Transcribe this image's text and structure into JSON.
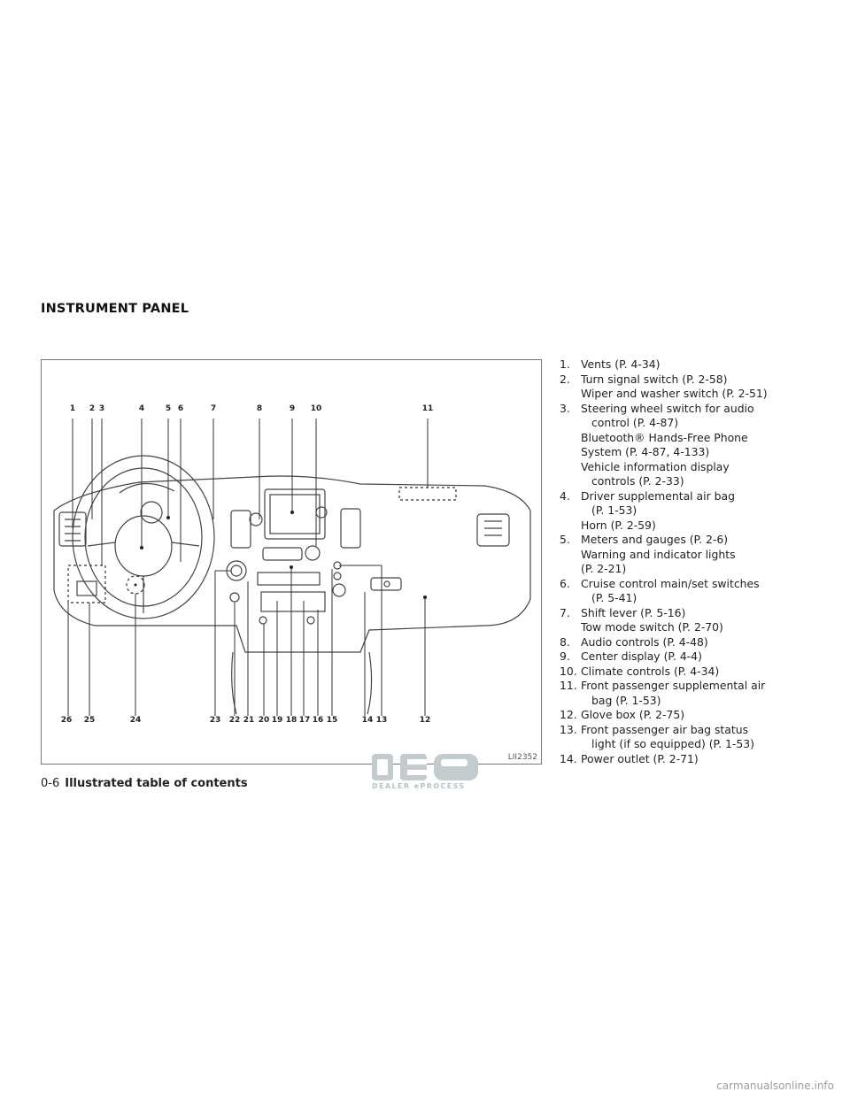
{
  "page": {
    "section_title": "INSTRUMENT PANEL",
    "figure_code": "LII2352",
    "footer_page": "0-6",
    "footer_title": "Illustrated table of contents",
    "logo_text": "DEALER ePROCESS",
    "watermark": "carmanualsonline.info"
  },
  "figure": {
    "top_callouts": [
      "1",
      "2",
      "3",
      "4",
      "5",
      "6",
      "7",
      "8",
      "9",
      "10",
      "11"
    ],
    "bottom_callouts": [
      "26",
      "25",
      "24",
      "23",
      "22",
      "21",
      "20",
      "19",
      "18",
      "17",
      "16",
      "15",
      "14",
      "13",
      "12"
    ]
  },
  "toc": [
    {
      "num": "1.",
      "lines": [
        "Vents (P. 4-34)"
      ]
    },
    {
      "num": "2.",
      "lines": [
        "Turn signal switch (P. 2-58)",
        "Wiper and washer switch (P. 2-51)"
      ]
    },
    {
      "num": "3.",
      "lines": [
        "Steering wheel switch for audio",
        "  control (P. 4-87)",
        "Bluetooth® Hands-Free Phone",
        "System (P. 4-87, 4-133)",
        "Vehicle information display",
        "  controls (P. 2-33)"
      ]
    },
    {
      "num": "4.",
      "lines": [
        "Driver supplemental air bag",
        "  (P. 1-53)",
        "Horn (P. 2-59)"
      ]
    },
    {
      "num": "5.",
      "lines": [
        "Meters and gauges (P. 2-6)",
        "Warning and indicator lights",
        "(P. 2-21)"
      ]
    },
    {
      "num": "6.",
      "lines": [
        "Cruise control main/set switches",
        "  (P. 5-41)"
      ]
    },
    {
      "num": "7.",
      "lines": [
        "Shift lever (P. 5-16)",
        "Tow mode switch (P. 2-70)"
      ]
    },
    {
      "num": "8.",
      "lines": [
        "Audio controls (P. 4-48)"
      ]
    },
    {
      "num": "9.",
      "lines": [
        "Center display (P. 4-4)"
      ]
    },
    {
      "num": "10.",
      "lines": [
        "Climate controls (P. 4-34)"
      ]
    },
    {
      "num": "11.",
      "lines": [
        "Front passenger supplemental air",
        "  bag (P. 1-53)"
      ]
    },
    {
      "num": "12.",
      "lines": [
        "Glove box (P. 2-75)"
      ]
    },
    {
      "num": "13.",
      "lines": [
        "Front passenger air bag status",
        "  light (if so equipped) (P. 1-53)"
      ]
    },
    {
      "num": "14.",
      "lines": [
        "Power outlet (P. 2-71)"
      ]
    }
  ]
}
